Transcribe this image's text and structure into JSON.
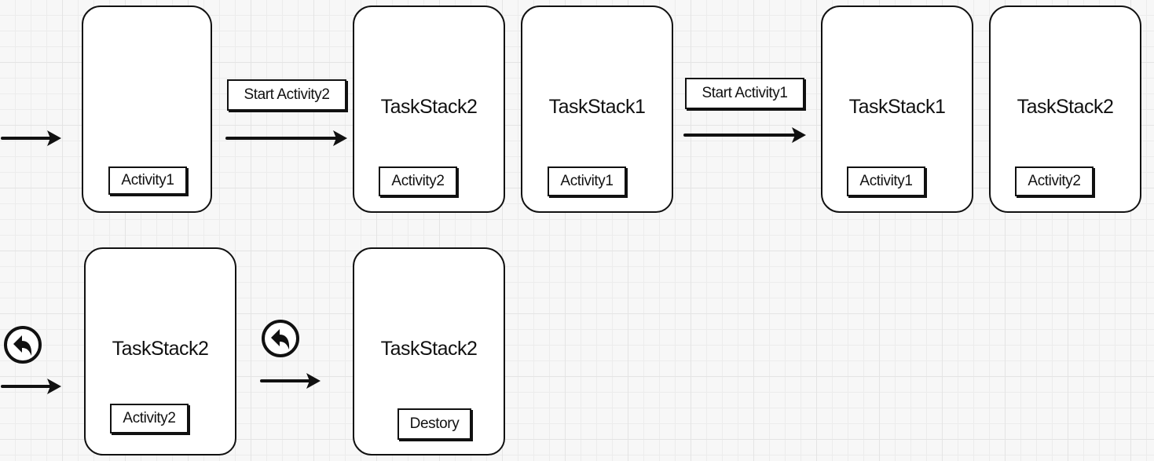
{
  "stacks": [
    {
      "title": "",
      "activity": "Activity1"
    },
    {
      "title": "TaskStack2",
      "activity": "Activity2"
    },
    {
      "title": "TaskStack1",
      "activity": "Activity1"
    },
    {
      "title": "TaskStack1",
      "activity": "Activity1"
    },
    {
      "title": "TaskStack2",
      "activity": "Activity2"
    },
    {
      "title": "TaskStack2",
      "activity": "Activity2"
    },
    {
      "title": "TaskStack2",
      "activity": "Destory"
    }
  ],
  "transitions": {
    "start_activity2": "Start Activity2",
    "start_activity1": "Start Activity1"
  },
  "icons": {
    "back": "back-arrow-icon",
    "arrow": "right-arrow"
  }
}
